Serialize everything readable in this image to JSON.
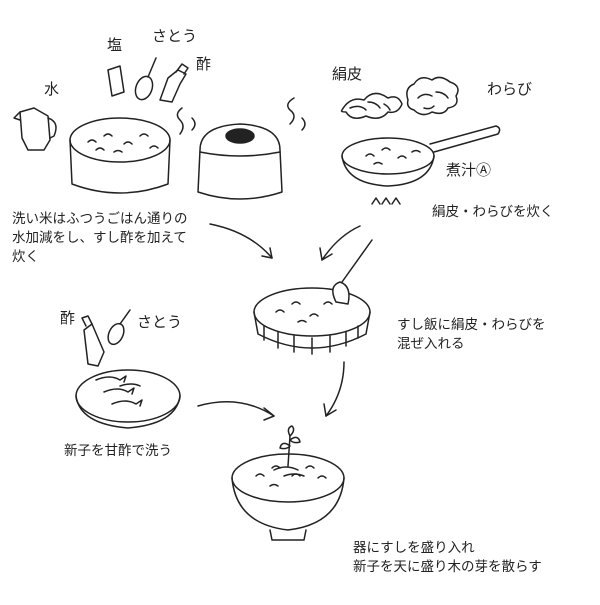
{
  "labels": {
    "water": "水",
    "salt": "塩",
    "sugar_top": "さとう",
    "vinegar_top": "酢",
    "kinukawa": "絹皮",
    "warabi": "わらび",
    "broth": "煮汁Ⓐ",
    "vinegar_left": "酢",
    "sugar_left": "さとう"
  },
  "steps": {
    "rice": [
      "洗い米はふつうごはん通りの",
      "水加減をし、すし酢を加えて",
      "炊く"
    ],
    "simmer": [
      "絹皮・わらびを炊く"
    ],
    "mix": [
      "すし飯に絹皮・わらびを",
      "混ぜ入れる"
    ],
    "wash": [
      "新子を甘酢で洗う"
    ],
    "serve": [
      "器にすしを盛り入れ",
      "新子を天に盛り木の芽を散らす"
    ]
  }
}
